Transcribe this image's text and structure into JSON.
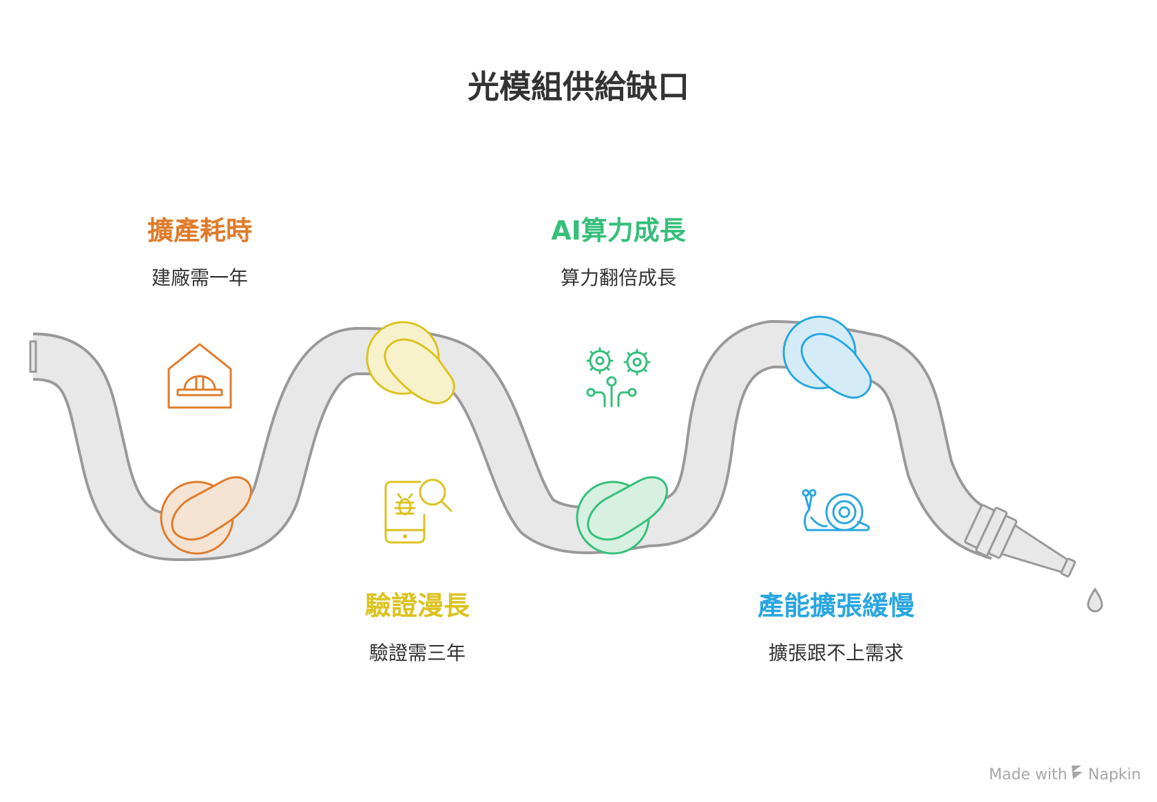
{
  "title": "光模組供給缺口",
  "steps": [
    {
      "title": "擴產耗時",
      "desc": "建廠需一年",
      "icon": "hard-hat-building-icon",
      "color": "#e07b2a",
      "fill": "#f5e3d3"
    },
    {
      "title": "驗證漫長",
      "desc": "驗證需三年",
      "icon": "phone-bug-search-icon",
      "color": "#dcc21f",
      "fill": "#f7f2cc"
    },
    {
      "title": "AI算力成長",
      "desc": "算力翻倍成長",
      "icon": "gears-circuit-icon",
      "color": "#35bf7a",
      "fill": "#d7f0e2"
    },
    {
      "title": "產能擴張緩慢",
      "desc": "擴張跟不上需求",
      "icon": "snail-icon",
      "color": "#29a6e0",
      "fill": "#d5ecf8"
    }
  ],
  "colors": {
    "hose_fill": "#e8e8e8",
    "hose_stroke": "#999999",
    "text": "#333333"
  },
  "watermark": {
    "prefix": "Made with",
    "brand": "Napkin"
  }
}
